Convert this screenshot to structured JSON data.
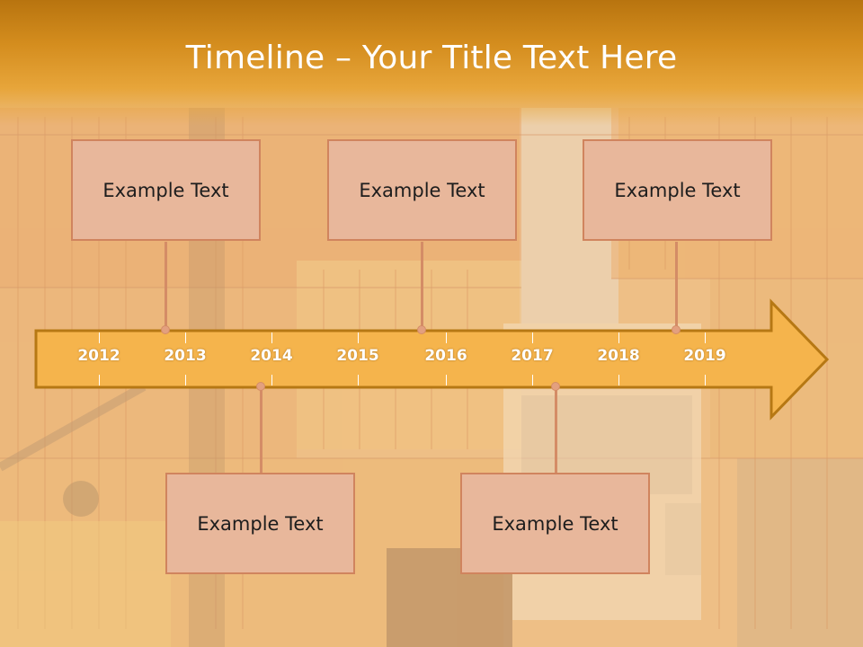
{
  "title": "Timeline – Your Title Text Here",
  "timeline": {
    "years": [
      "2012",
      "2013",
      "2014",
      "2015",
      "2016",
      "2017",
      "2018",
      "2019"
    ],
    "events_above": [
      {
        "text": "Example Text"
      },
      {
        "text": "Example Text"
      },
      {
        "text": "Example Text"
      }
    ],
    "events_below": [
      {
        "text": "Example Text"
      },
      {
        "text": "Example Text"
      }
    ]
  },
  "colors": {
    "arrow_fill": "#f5b44c",
    "arrow_stroke": "#b67814",
    "box_fill": "#e8b79b",
    "box_border": "#d0845e",
    "title_band": "#d48d1e"
  }
}
